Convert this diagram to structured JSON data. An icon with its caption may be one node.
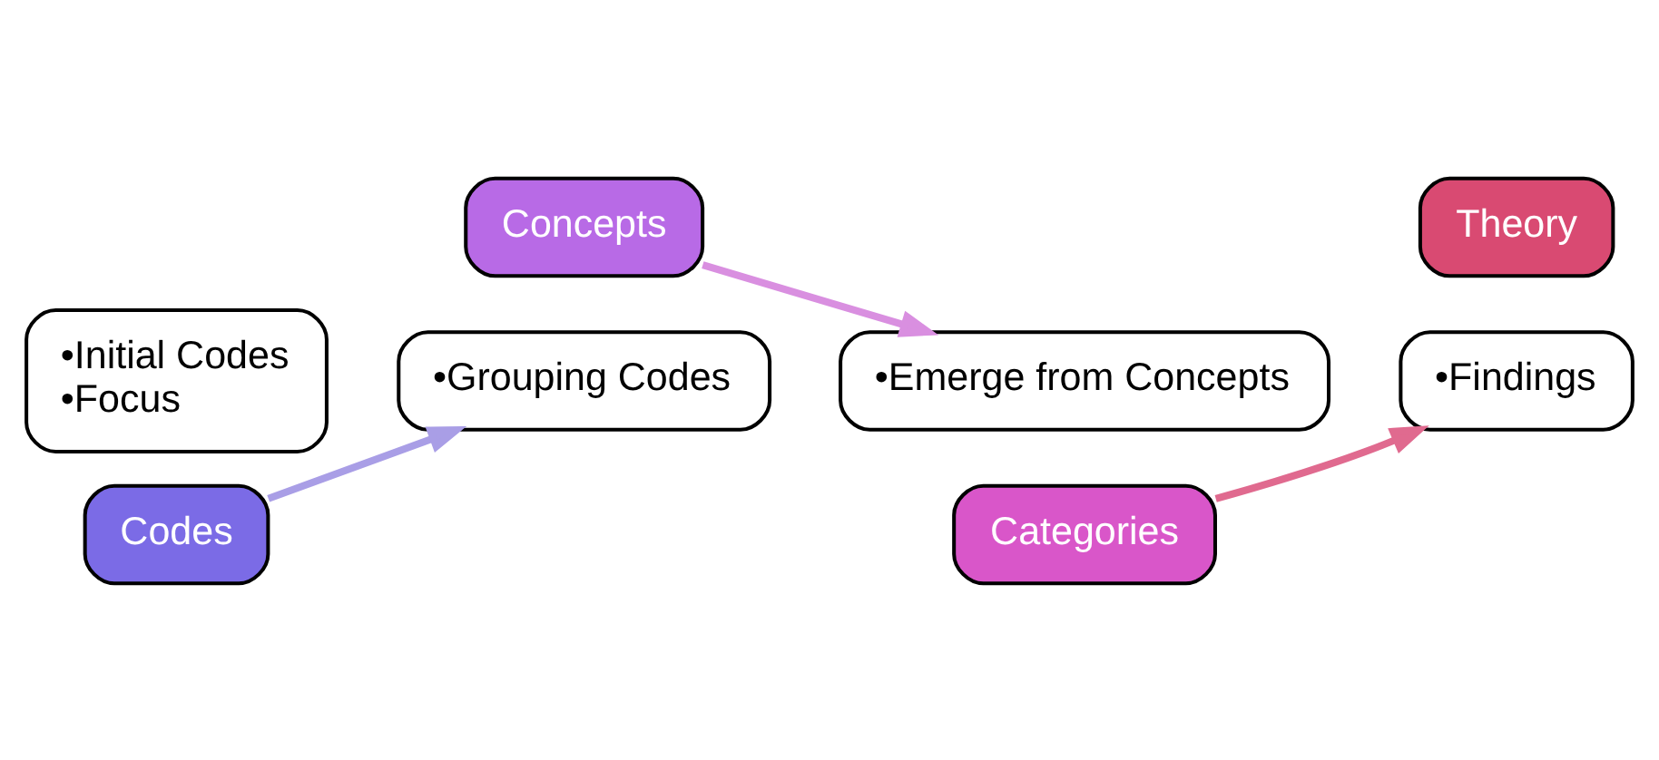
{
  "diagram": {
    "nodes": [
      {
        "text": [
          "•Initial Codes",
          "•Focus"
        ]
      },
      {
        "text": [
          "Codes"
        ]
      },
      {
        "text": [
          "•Grouping Codes"
        ]
      },
      {
        "text": [
          "Concepts"
        ]
      },
      {
        "text": [
          "•Emerge from Concepts"
        ]
      },
      {
        "text": [
          "Categories"
        ]
      },
      {
        "text": [
          "•Findings"
        ]
      },
      {
        "text": [
          "Theory"
        ]
      }
    ],
    "edges": [
      {
        "from": 1,
        "to": 2,
        "arrow": "to",
        "color": "#a99ee6"
      },
      {
        "from": 3,
        "to": 4,
        "arrow": "to",
        "color": "#d98fe0"
      },
      {
        "from": 5,
        "to": 6,
        "arrow": "to",
        "color": "#e06a8f"
      }
    ]
  }
}
